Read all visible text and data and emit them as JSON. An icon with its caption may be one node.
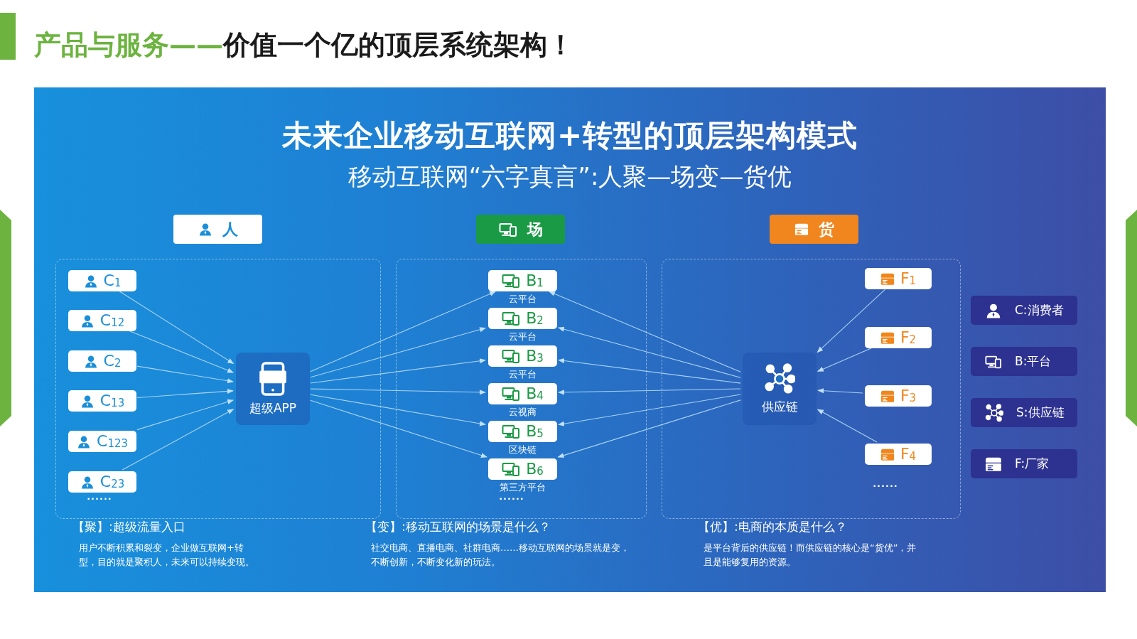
{
  "diagram": {
    "title": "**产品与服务——**价值一个亿的顶层系统架构！",
    "nodes": [
      {
        "text": [
          "人"
        ]
      },
      {
        "text": [
          "场"
        ]
      },
      {
        "text": [
          "货"
        ]
      },
      {
        "text": [],
        "shape": "box"
      },
      {
        "text": [
          "C$_{1}$"
        ],
        "in": 3
      },
      {
        "text": [
          "C$_{12}$"
        ],
        "in": 3
      },
      {
        "text": [
          "C$_{2}$"
        ],
        "in": 3
      },
      {
        "text": [
          "C$_{13}$"
        ],
        "in": 3
      },
      {
        "text": [
          "C$_{123}$"
        ],
        "in": 3
      },
      {
        "text": [
          "C$_{23}$"
        ],
        "in": 3
      },
      {
        "text": [
          "超级APP"
        ],
        "in": 3
      },
      {
        "text": [],
        "shape": "box"
      },
      {
        "text": [
          "B$_{1}$"
        ],
        "in": 11,
        "beside": [
          "云平台"
        ]
      },
      {
        "text": [
          "B$_{2}$"
        ],
        "in": 11,
        "beside": [
          "云平台"
        ]
      },
      {
        "text": [
          "B$_{3}$"
        ],
        "in": 11,
        "beside": [
          "云平台"
        ]
      },
      {
        "text": [
          "B$_{4}$"
        ],
        "in": 11,
        "beside": [
          "云视商"
        ]
      },
      {
        "text": [
          "B$_{5}$"
        ],
        "in": 11,
        "beside": [
          "区块链"
        ]
      },
      {
        "text": [
          "B$_{6}$"
        ],
        "in": 11,
        "beside": [
          "第三方平台"
        ]
      },
      {
        "text": [],
        "shape": "box"
      },
      {
        "text": [
          "供应链"
        ],
        "in": 18
      },
      {
        "text": [
          "F$_{1}$"
        ],
        "in": 18
      },
      {
        "text": [
          "F$_{2}$"
        ],
        "in": 18
      },
      {
        "text": [
          "F$_{3}$"
        ],
        "in": 18
      },
      {
        "text": [
          "F$_{4}$"
        ],
        "in": 18
      }
    ],
    "edges": [
      {
        "from": 4,
        "to": 10,
        "arrow": "to"
      },
      {
        "from": 5,
        "to": 10,
        "arrow": "to"
      },
      {
        "from": 6,
        "to": 10,
        "arrow": "to"
      },
      {
        "from": 7,
        "to": 10,
        "arrow": "to"
      },
      {
        "from": 8,
        "to": 10,
        "arrow": "to"
      },
      {
        "from": 9,
        "to": 10,
        "arrow": "to"
      },
      {
        "from": 10,
        "to": 12,
        "arrow": "to"
      },
      {
        "from": 10,
        "to": 13,
        "arrow": "to"
      },
      {
        "from": 10,
        "to": 14,
        "arrow": "to"
      },
      {
        "from": 10,
        "to": 15,
        "arrow": "to"
      },
      {
        "from": 10,
        "to": 16,
        "arrow": "to"
      },
      {
        "from": 10,
        "to": 17,
        "arrow": "to"
      },
      {
        "from": 19,
        "to": 12,
        "arrow": "to"
      },
      {
        "from": 19,
        "to": 13,
        "arrow": "to"
      },
      {
        "from": 19,
        "to": 14,
        "arrow": "to"
      },
      {
        "from": 19,
        "to": 15,
        "arrow": "to"
      },
      {
        "from": 19,
        "to": 16,
        "arrow": "to"
      },
      {
        "from": 19,
        "to": 17,
        "arrow": "to"
      },
      {
        "from": 20,
        "to": 19,
        "arrow": "to"
      },
      {
        "from": 21,
        "to": 19,
        "arrow": "to"
      },
      {
        "from": 22,
        "to": 19,
        "arrow": "to"
      },
      {
        "from": 23,
        "to": 19,
        "arrow": "to"
      }
    ],
    "labels": [
      "未来企业移动互联网+转型的顶层架构模式",
      "移动互联网“六字真言”:人聚—场变—货优",
      "......",
      "......",
      "......",
      "【聚】:超级流量入口",
      "用户不断积累和裂变，企业做互联网+转型，目的就是聚积人，未来可以持续变现。",
      "【变】:移动互联网的场景是什么？",
      "社交电商、直播电商、社群电商……移动互联网的场景就是变，不断创新，不断变化新的玩法。",
      "【优】:电商的本质是什么？",
      "是平台背后的供应链！而供应链的核心是“货优”，并且是能够复用的资源。"
    ],
    "legend": [
      {
        "text": "C:消费者"
      },
      {
        "text": "B:平台"
      },
      {
        "text": "S:供应链"
      },
      {
        "text": "F:厂家"
      }
    ]
  }
}
